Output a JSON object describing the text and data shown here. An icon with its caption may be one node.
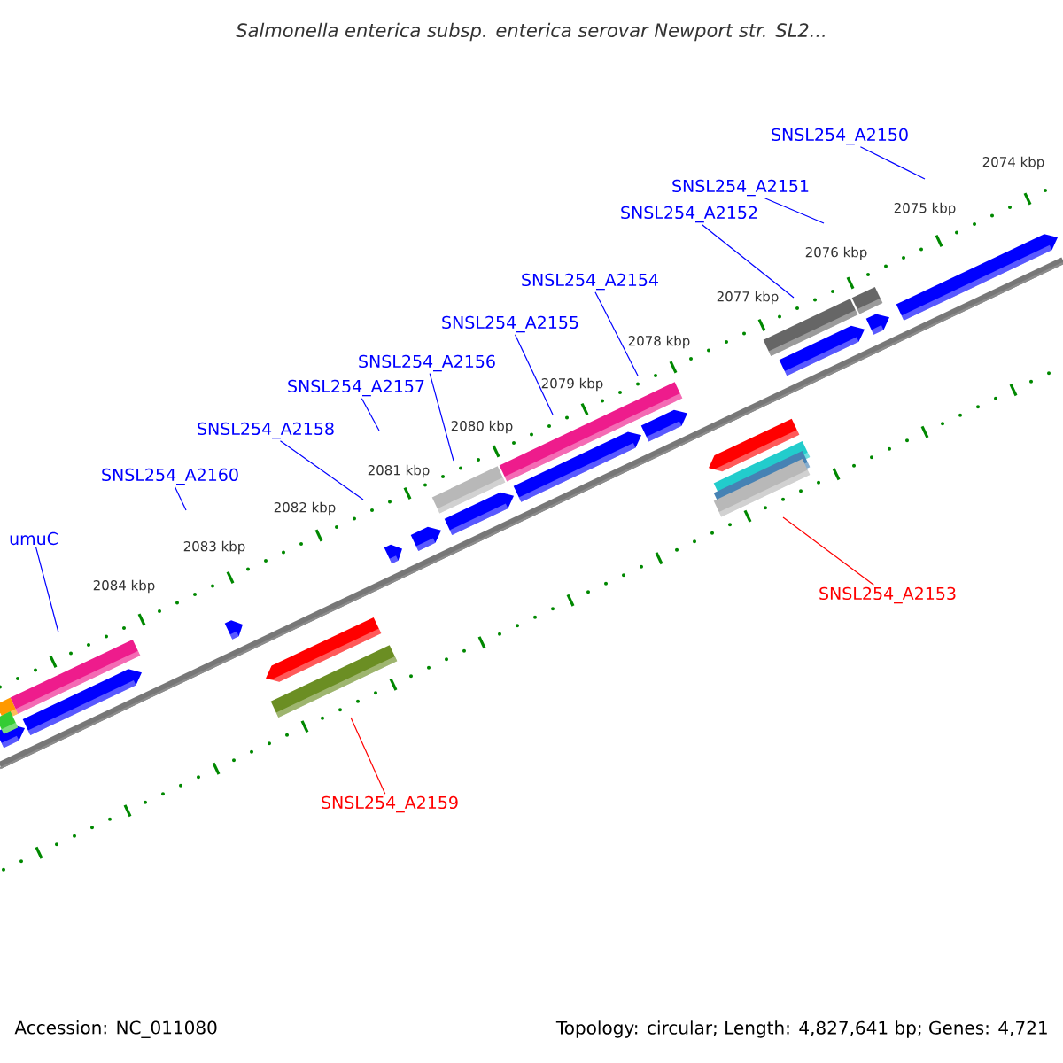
{
  "diagram": {
    "title": "*Salmonella enterica subsp. enterica serovar Newport str. SL2...*",
    "nodes": [
      {
        "text": [
          "SNSL254_A2150"
        ]
      },
      {
        "text": [
          "SNSL254_A2151"
        ]
      },
      {
        "text": [
          "SNSL254_A2152"
        ]
      },
      {
        "text": [
          "SNSL254_A2154"
        ]
      },
      {
        "text": [
          "SNSL254_A2155"
        ]
      },
      {
        "text": [
          "SNSL254_A2156"
        ]
      },
      {
        "text": [
          "SNSL254_A2157"
        ]
      },
      {
        "text": [
          "SNSL254_A2158"
        ]
      },
      {
        "text": [
          "SNSL254_A2160"
        ]
      },
      {
        "text": [
          "umuC"
        ]
      },
      {
        "text": [
          "SNSL254_A2153"
        ]
      },
      {
        "text": [
          "SNSL254_A2159"
        ]
      }
    ],
    "edges": [
      {
        "from": 0,
        "to": null,
        "arrow": "none"
      },
      {
        "from": 1,
        "to": null,
        "arrow": "none"
      },
      {
        "from": 2,
        "to": null,
        "arrow": "none"
      },
      {
        "from": 3,
        "to": null,
        "arrow": "none"
      },
      {
        "from": 4,
        "to": null,
        "arrow": "none"
      },
      {
        "from": 5,
        "to": null,
        "arrow": "none"
      },
      {
        "from": 6,
        "to": null,
        "arrow": "none"
      },
      {
        "from": 7,
        "to": null,
        "arrow": "none"
      },
      {
        "from": 8,
        "to": null,
        "arrow": "none"
      },
      {
        "from": 9,
        "to": null,
        "arrow": "none"
      },
      {
        "from": 10,
        "to": null,
        "arrow": "none",
        "color": "#ff0000"
      },
      {
        "from": 11,
        "to": null,
        "arrow": "none",
        "color": "#ff0000"
      }
    ],
    "labels": [
      "2074 kbp",
      "2075 kbp",
      "2076 kbp",
      "2077 kbp",
      "2078 kbp",
      "2079 kbp",
      "2080 kbp",
      "2081 kbp",
      "2082 kbp",
      "2083 kbp",
      "2084 kbp",
      "Accession: NC_011080",
      "Topology: circular; Length: 4,827,641 bp; Genes: 4,721"
    ]
  }
}
